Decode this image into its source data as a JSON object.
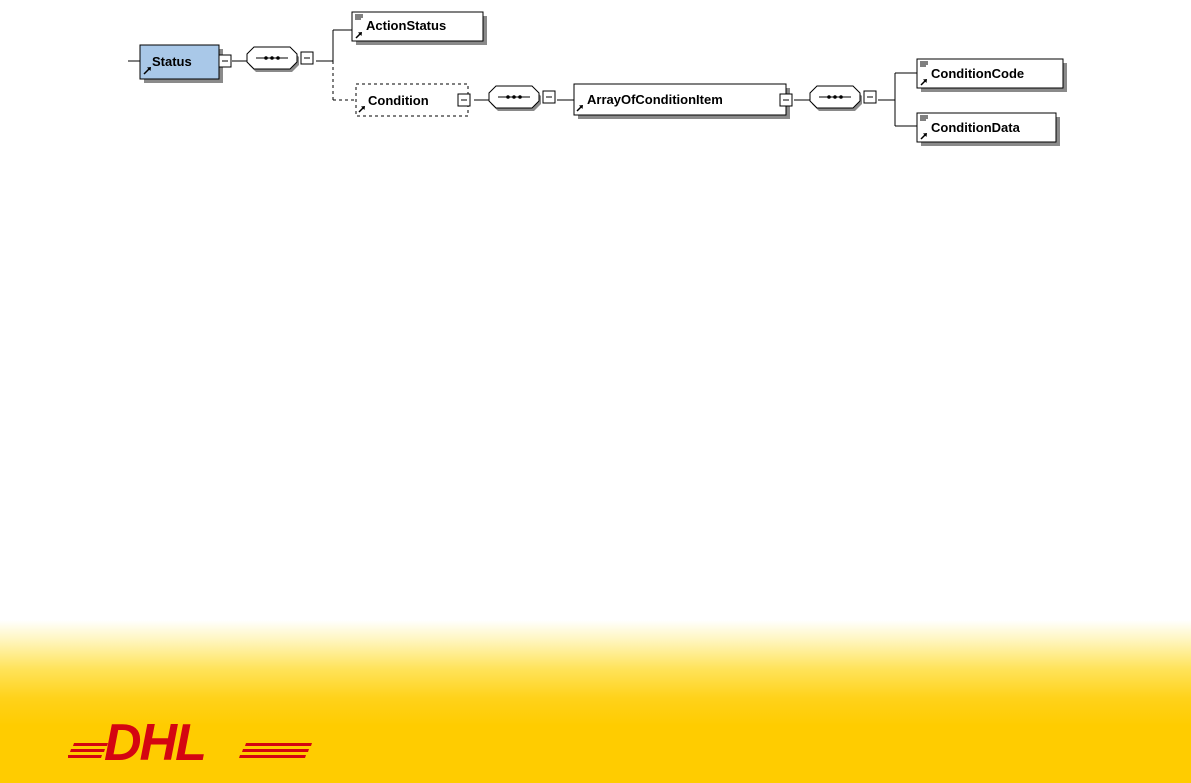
{
  "diagram": {
    "root": {
      "label": "Status"
    },
    "sequence_symbol": "sequence",
    "nodes": {
      "action_status": {
        "label": "ActionStatus"
      },
      "condition": {
        "label": "Condition",
        "optional": true
      },
      "array_of_condition_item": {
        "label": "ArrayOfConditionItem"
      },
      "condition_code": {
        "label": "ConditionCode"
      },
      "condition_data": {
        "label": "ConditionData"
      }
    }
  },
  "brand": {
    "logo_text": "DHL",
    "logo_color": "#d40511",
    "footer_color": "#ffcc00",
    "root_fill": "#a9c8e8"
  },
  "icons": [
    "collapse-icon",
    "reference-arrow-icon",
    "text-content-icon",
    "sequence-icon"
  ]
}
